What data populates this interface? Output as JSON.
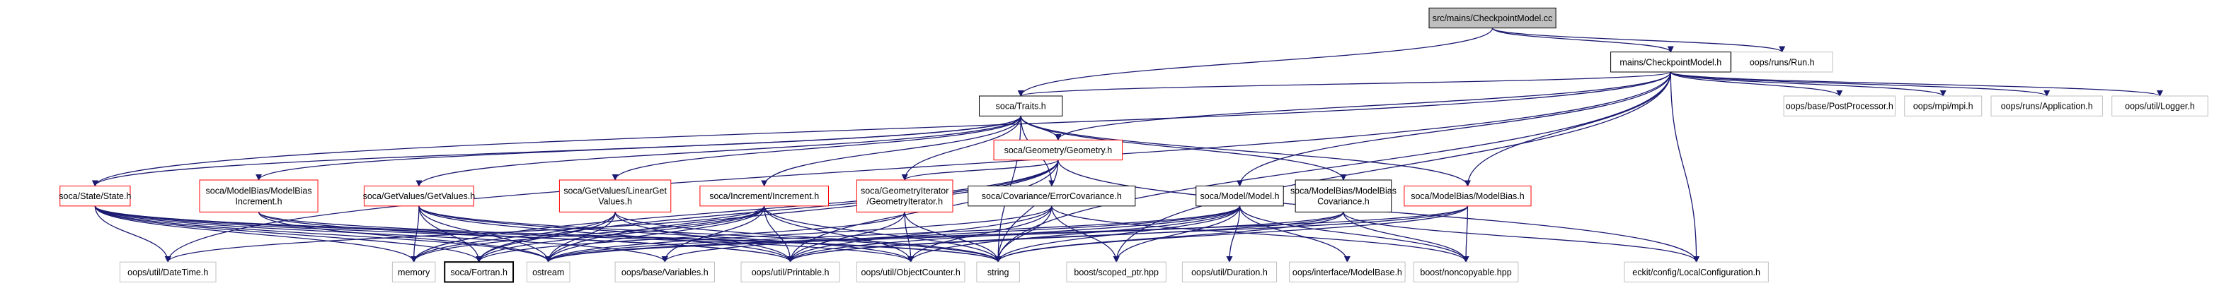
{
  "diagram": {
    "nodes": {
      "root": {
        "label": [
          "src/mains/CheckpointModel.cc"
        ],
        "style": "root"
      },
      "ckpt": {
        "label": [
          "mains/CheckpointModel.h"
        ],
        "style": "plain"
      },
      "run": {
        "label": [
          "oops/runs/Run.h"
        ],
        "style": "grey"
      },
      "traits": {
        "label": [
          "soca/Traits.h"
        ],
        "style": "plain"
      },
      "postproc": {
        "label": [
          "oops/base/PostProcessor.h"
        ],
        "style": "grey"
      },
      "mpi": {
        "label": [
          "oops/mpi/mpi.h"
        ],
        "style": "grey"
      },
      "app": {
        "label": [
          "oops/runs/Application.h"
        ],
        "style": "grey"
      },
      "logger": {
        "label": [
          "oops/util/Logger.h"
        ],
        "style": "grey"
      },
      "geometry": {
        "label": [
          "soca/Geometry/Geometry.h"
        ],
        "style": "red"
      },
      "state": {
        "label": [
          "soca/State/State.h"
        ],
        "style": "red"
      },
      "mbinc": {
        "label": [
          "soca/ModelBias/ModelBias",
          "Increment.h"
        ],
        "style": "red"
      },
      "getvalues": {
        "label": [
          "soca/GetValues/GetValues.h"
        ],
        "style": "red"
      },
      "lingetval": {
        "label": [
          "soca/GetValues/LinearGet",
          "Values.h"
        ],
        "style": "red"
      },
      "increment": {
        "label": [
          "soca/Increment/Increment.h"
        ],
        "style": "red"
      },
      "geoiter": {
        "label": [
          "soca/GeometryIterator",
          "/GeometryIterator.h"
        ],
        "style": "red"
      },
      "errcov": {
        "label": [
          "soca/Covariance/ErrorCovariance.h"
        ],
        "style": "plain"
      },
      "model": {
        "label": [
          "soca/Model/Model.h"
        ],
        "style": "plain"
      },
      "mbcov": {
        "label": [
          "soca/ModelBias/ModelBias",
          "Covariance.h"
        ],
        "style": "plain"
      },
      "modelbias": {
        "label": [
          "soca/ModelBias/ModelBias.h"
        ],
        "style": "red"
      },
      "datetime": {
        "label": [
          "oops/util/DateTime.h"
        ],
        "style": "grey"
      },
      "memory": {
        "label": [
          "memory"
        ],
        "style": "grey"
      },
      "fortran": {
        "label": [
          "soca/Fortran.h"
        ],
        "style": "plain"
      },
      "ostream": {
        "label": [
          "ostream"
        ],
        "style": "grey"
      },
      "variables": {
        "label": [
          "oops/base/Variables.h"
        ],
        "style": "grey"
      },
      "printable": {
        "label": [
          "oops/util/Printable.h"
        ],
        "style": "grey"
      },
      "objcounter": {
        "label": [
          "oops/util/ObjectCounter.h"
        ],
        "style": "grey"
      },
      "string": {
        "label": [
          "string"
        ],
        "style": "grey"
      },
      "scopedptr": {
        "label": [
          "boost/scoped_ptr.hpp"
        ],
        "style": "grey"
      },
      "duration": {
        "label": [
          "oops/util/Duration.h"
        ],
        "style": "grey"
      },
      "modelbase": {
        "label": [
          "oops/interface/ModelBase.h"
        ],
        "style": "grey"
      },
      "noncopy": {
        "label": [
          "boost/noncopyable.hpp"
        ],
        "style": "grey"
      },
      "localconf": {
        "label": [
          "eckit/config/LocalConfiguration.h"
        ],
        "style": "grey"
      }
    },
    "edges": [
      [
        "root",
        "ckpt"
      ],
      [
        "root",
        "run"
      ],
      [
        "root",
        "traits"
      ],
      [
        "ckpt",
        "traits"
      ],
      [
        "ckpt",
        "postproc"
      ],
      [
        "ckpt",
        "mpi"
      ],
      [
        "ckpt",
        "app"
      ],
      [
        "ckpt",
        "logger"
      ],
      [
        "ckpt",
        "geometry"
      ],
      [
        "ckpt",
        "state"
      ],
      [
        "ckpt",
        "model"
      ],
      [
        "ckpt",
        "modelbias"
      ],
      [
        "ckpt",
        "datetime"
      ],
      [
        "ckpt",
        "localconf"
      ],
      [
        "ckpt",
        "string"
      ],
      [
        "ckpt",
        "scopedptr"
      ],
      [
        "traits",
        "geometry"
      ],
      [
        "traits",
        "state"
      ],
      [
        "traits",
        "mbinc"
      ],
      [
        "traits",
        "getvalues"
      ],
      [
        "traits",
        "lingetval"
      ],
      [
        "traits",
        "increment"
      ],
      [
        "traits",
        "geoiter"
      ],
      [
        "traits",
        "errcov"
      ],
      [
        "traits",
        "mbcov"
      ],
      [
        "traits",
        "modelbias"
      ],
      [
        "traits",
        "string"
      ],
      [
        "geometry",
        "geoiter"
      ],
      [
        "geometry",
        "fortran"
      ],
      [
        "geometry",
        "printable"
      ],
      [
        "geometry",
        "localconf"
      ],
      [
        "geometry",
        "memory"
      ],
      [
        "geometry",
        "ostream"
      ],
      [
        "geometry",
        "string"
      ],
      [
        "state",
        "datetime"
      ],
      [
        "state",
        "memory"
      ],
      [
        "state",
        "fortran"
      ],
      [
        "state",
        "ostream"
      ],
      [
        "state",
        "variables"
      ],
      [
        "state",
        "printable"
      ],
      [
        "state",
        "objcounter"
      ],
      [
        "state",
        "string"
      ],
      [
        "mbinc",
        "ostream"
      ],
      [
        "mbinc",
        "printable"
      ],
      [
        "mbinc",
        "string"
      ],
      [
        "getvalues",
        "memory"
      ],
      [
        "getvalues",
        "fortran"
      ],
      [
        "getvalues",
        "ostream"
      ],
      [
        "getvalues",
        "printable"
      ],
      [
        "getvalues",
        "objcounter"
      ],
      [
        "getvalues",
        "string"
      ],
      [
        "lingetval",
        "memory"
      ],
      [
        "lingetval",
        "fortran"
      ],
      [
        "lingetval",
        "ostream"
      ],
      [
        "lingetval",
        "printable"
      ],
      [
        "lingetval",
        "string"
      ],
      [
        "increment",
        "datetime"
      ],
      [
        "increment",
        "memory"
      ],
      [
        "increment",
        "fortran"
      ],
      [
        "increment",
        "ostream"
      ],
      [
        "increment",
        "variables"
      ],
      [
        "increment",
        "printable"
      ],
      [
        "increment",
        "objcounter"
      ],
      [
        "increment",
        "string"
      ],
      [
        "geoiter",
        "fortran"
      ],
      [
        "geoiter",
        "printable"
      ],
      [
        "geoiter",
        "objcounter"
      ],
      [
        "geoiter",
        "string"
      ],
      [
        "errcov",
        "ostream"
      ],
      [
        "errcov",
        "printable"
      ],
      [
        "errcov",
        "objcounter"
      ],
      [
        "errcov",
        "string"
      ],
      [
        "errcov",
        "scopedptr"
      ],
      [
        "errcov",
        "noncopy"
      ],
      [
        "model",
        "ostream"
      ],
      [
        "model",
        "variables"
      ],
      [
        "model",
        "printable"
      ],
      [
        "model",
        "objcounter"
      ],
      [
        "model",
        "string"
      ],
      [
        "model",
        "scopedptr"
      ],
      [
        "model",
        "duration"
      ],
      [
        "model",
        "modelbase"
      ],
      [
        "model",
        "noncopy"
      ],
      [
        "mbcov",
        "ostream"
      ],
      [
        "mbcov",
        "printable"
      ],
      [
        "mbcov",
        "string"
      ],
      [
        "mbcov",
        "noncopy"
      ],
      [
        "mbcov",
        "localconf"
      ],
      [
        "modelbias",
        "ostream"
      ],
      [
        "modelbias",
        "printable"
      ],
      [
        "modelbias",
        "string"
      ],
      [
        "modelbias",
        "noncopy"
      ]
    ]
  },
  "colors": {
    "edge": "#191970",
    "plain_border": "#000000",
    "red_border": "#ff0000",
    "grey_border": "#bfbfbf",
    "root_fill": "#bfbfbf",
    "text": "#000000"
  }
}
